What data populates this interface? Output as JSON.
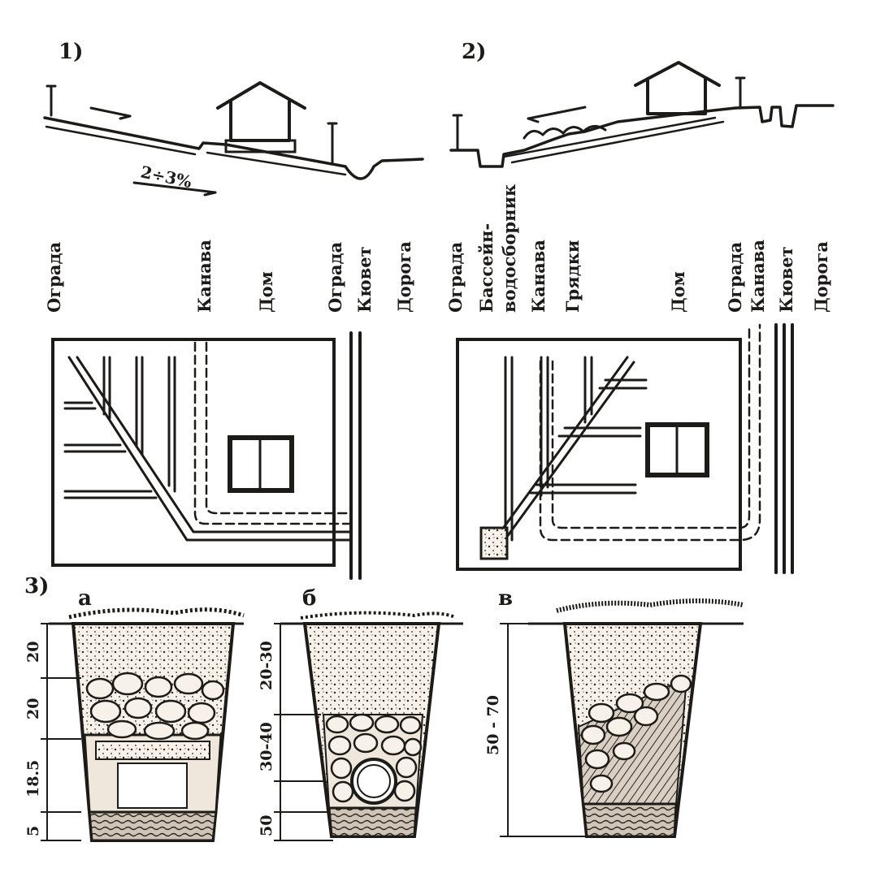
{
  "panels": {
    "p1": {
      "number": "1)",
      "slope": "2÷3%",
      "labels": [
        "Ограда",
        "Канава",
        "Дом",
        "Ограда",
        "Кювет",
        "Дорога"
      ]
    },
    "p2": {
      "number": "2)",
      "labels": [
        "Ограда",
        "Бассейн-",
        "водосборник",
        "Канава",
        "Грядки",
        "Дом",
        "Ограда",
        "Канава",
        "Кювет",
        "Дорога"
      ]
    },
    "p3": {
      "number": "3)",
      "sections": {
        "a": {
          "letter": "а",
          "dims": [
            "20",
            "20",
            "18.5",
            "5"
          ]
        },
        "b": {
          "letter": "б",
          "dims": [
            "20-30",
            "30-40",
            "50"
          ]
        },
        "v": {
          "letter": "в",
          "dims": [
            "50 - 70"
          ]
        }
      }
    }
  },
  "colors": {
    "ink": "#1d1b18",
    "paper": "#ffffff",
    "fill": "#efe7dc"
  }
}
